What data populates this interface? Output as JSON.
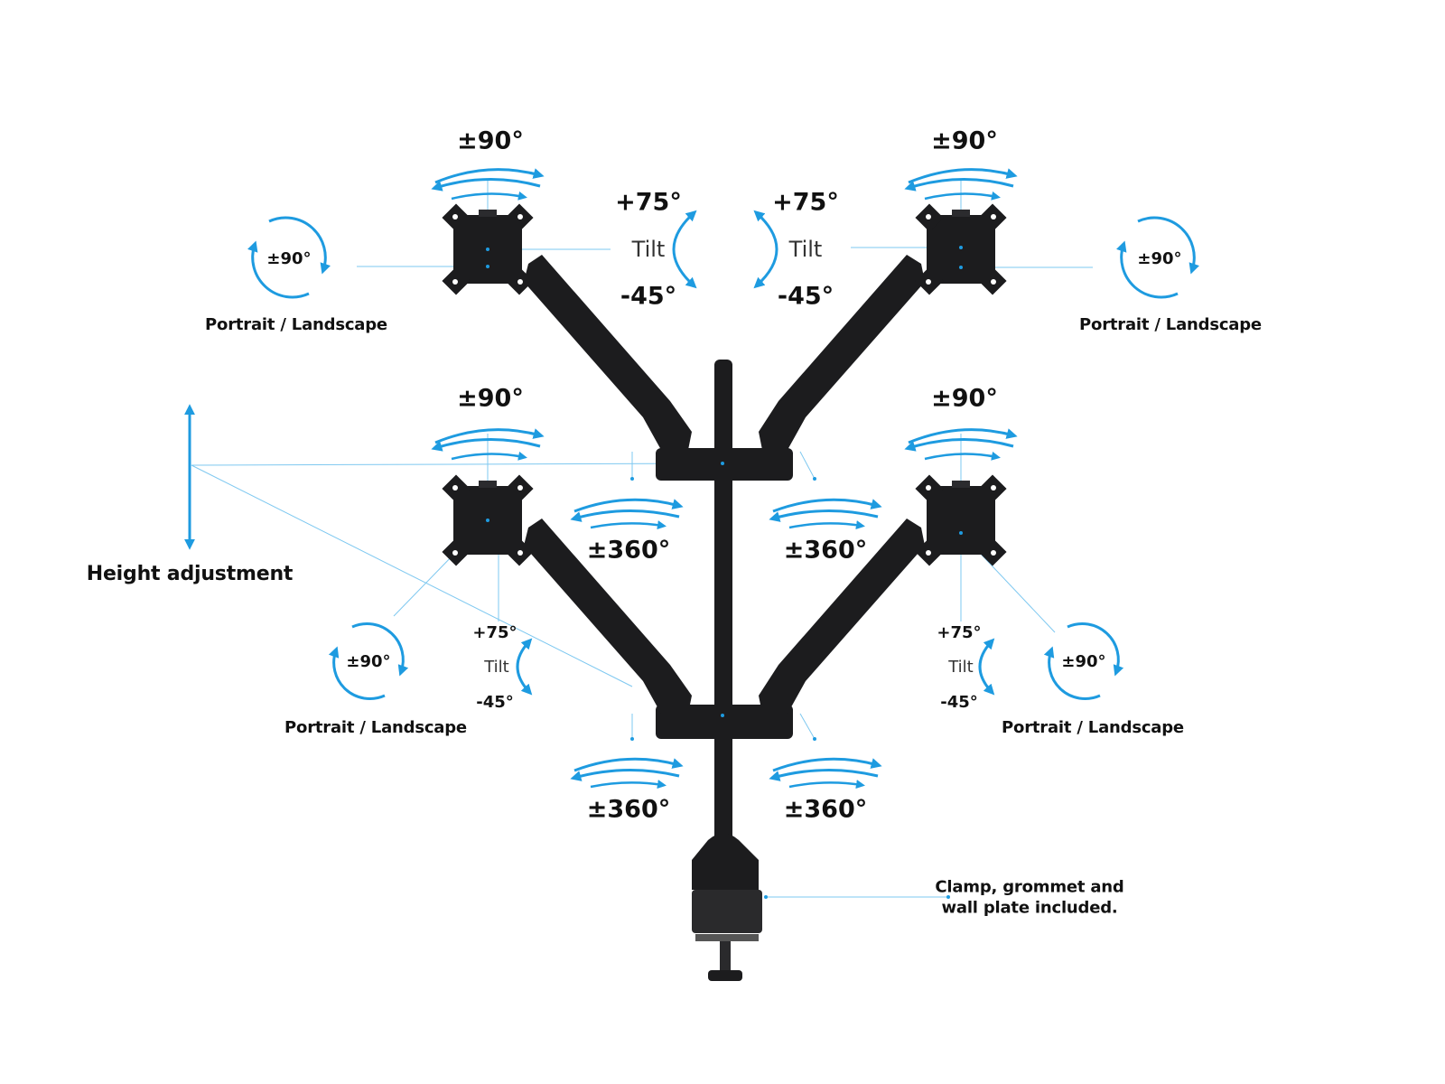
{
  "colors": {
    "accent": "#1e9be0",
    "mount": "#1c1c1e",
    "mount_highlight": "#3a3a3d",
    "guide": "#7ec8f0"
  },
  "top_left": {
    "swivel": "±90°",
    "tilt_up": "+75°",
    "tilt": "Tilt",
    "tilt_down": "-45°",
    "rotate": "±90°",
    "rotate_caption": "Portrait / Landscape"
  },
  "top_right": {
    "swivel": "±90°",
    "tilt_up": "+75°",
    "tilt": "Tilt",
    "tilt_down": "-45°",
    "rotate": "±90°",
    "rotate_caption": "Portrait / Landscape"
  },
  "bottom_left": {
    "swivel": "±90°",
    "tilt_up": "+75°",
    "tilt": "Tilt",
    "tilt_down": "-45°",
    "rotate": "±90°",
    "rotate_caption": "Portrait / Landscape"
  },
  "bottom_right": {
    "swivel": "±90°",
    "tilt_up": "+75°",
    "tilt": "Tilt",
    "tilt_down": "-45°",
    "rotate": "±90°",
    "rotate_caption": "Portrait / Landscape"
  },
  "arm_rotation": {
    "upper_left": "±360°",
    "upper_right": "±360°",
    "lower_left": "±360°",
    "lower_right": "±360°"
  },
  "height_adjustment": "Height adjustment",
  "clamp_note": "Clamp, grommet and wall plate included."
}
